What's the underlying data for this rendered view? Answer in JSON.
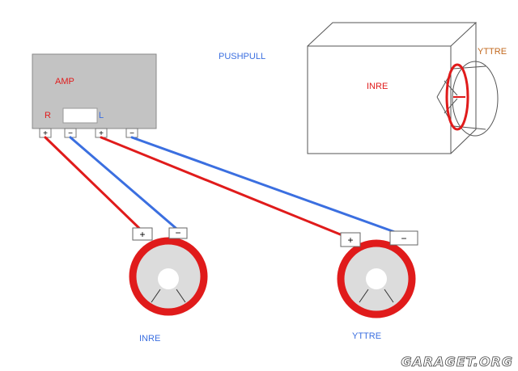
{
  "title": "PUSHPULL",
  "amp": {
    "label": "AMP",
    "channel_right": "R",
    "channel_left": "L",
    "terminals": [
      "+",
      "−",
      "+",
      "−"
    ]
  },
  "speakers": [
    {
      "label": "INRE",
      "terminals": [
        "+",
        "−"
      ]
    },
    {
      "label": "YTTRE",
      "terminals": [
        "+",
        "−"
      ]
    }
  ],
  "enclosure": {
    "inner_label": "INRE",
    "outer_label": "YTTRE"
  },
  "watermark": "GARAGET.ORG",
  "colors": {
    "positive_wire": "#e01b1b",
    "negative_wire": "#3b6fe0",
    "amp_body": "#c3c3c3",
    "cone": "#dcdcdc",
    "title_text": "#3b6fe0",
    "enclosure_outer_label": "#c2691f"
  }
}
